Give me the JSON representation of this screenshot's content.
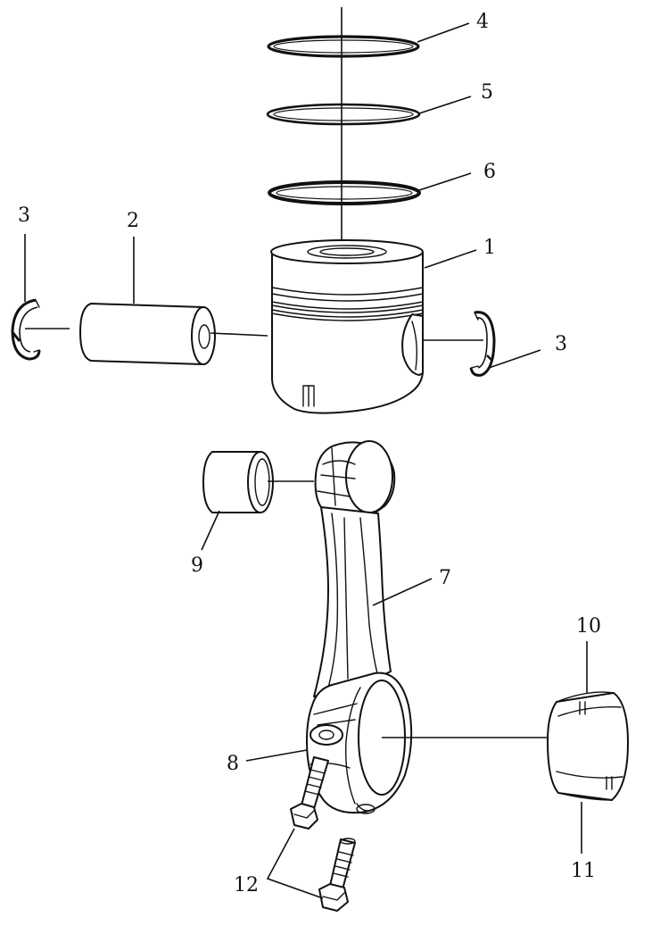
{
  "callouts": {
    "c1": "1",
    "c2": "2",
    "c3_left": "3",
    "c3_right": "3",
    "c4": "4",
    "c5": "5",
    "c6": "6",
    "c7": "7",
    "c8": "8",
    "c9": "9",
    "c10": "10",
    "c11": "11",
    "c12": "12"
  },
  "colors": {
    "line": "#111111",
    "background": "#ffffff"
  }
}
